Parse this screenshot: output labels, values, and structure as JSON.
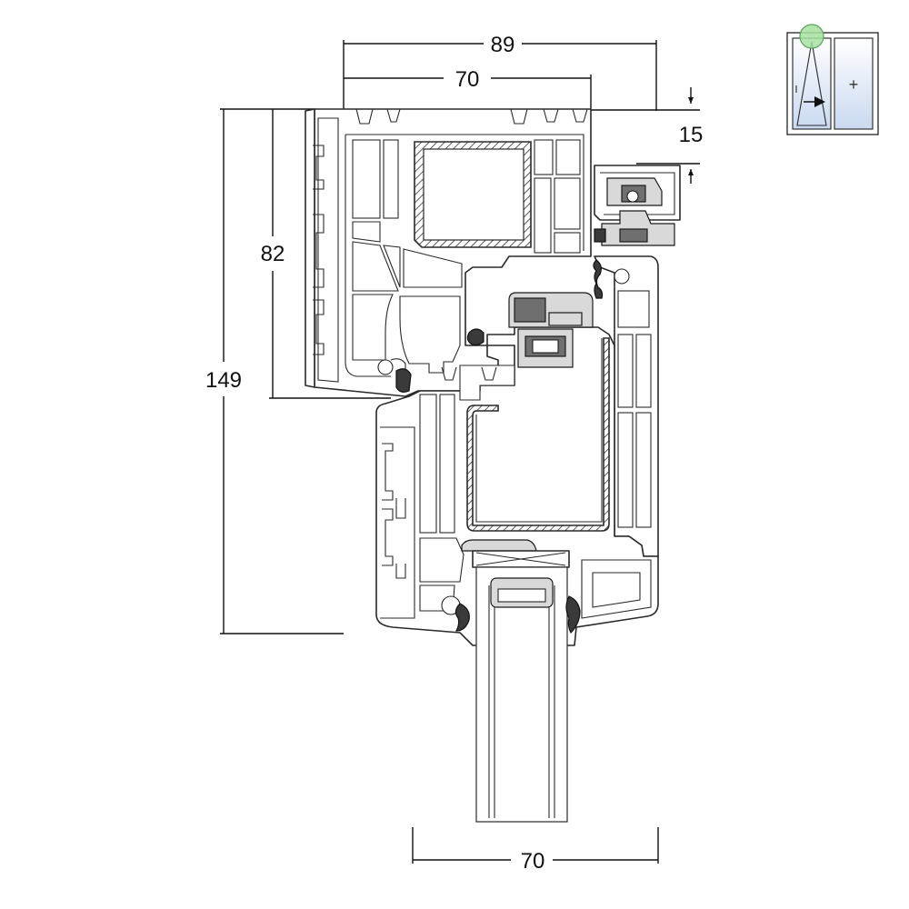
{
  "dimensions": {
    "frame_depth_total": "89",
    "frame_depth": "70",
    "overlap": "15",
    "frame_height": "82",
    "total_height": "149",
    "sash_depth": "70"
  },
  "thumbnail": {
    "plus_symbol": "+",
    "highlight_color": "#8fd68a",
    "glass_color": "#c9d9f0",
    "opening_type_icon": "tilt-turn-arrow-icon"
  },
  "colors": {
    "line": "#2a2a2a",
    "hardware": "#d9d9d9",
    "gasket": "#3a3a3a"
  }
}
